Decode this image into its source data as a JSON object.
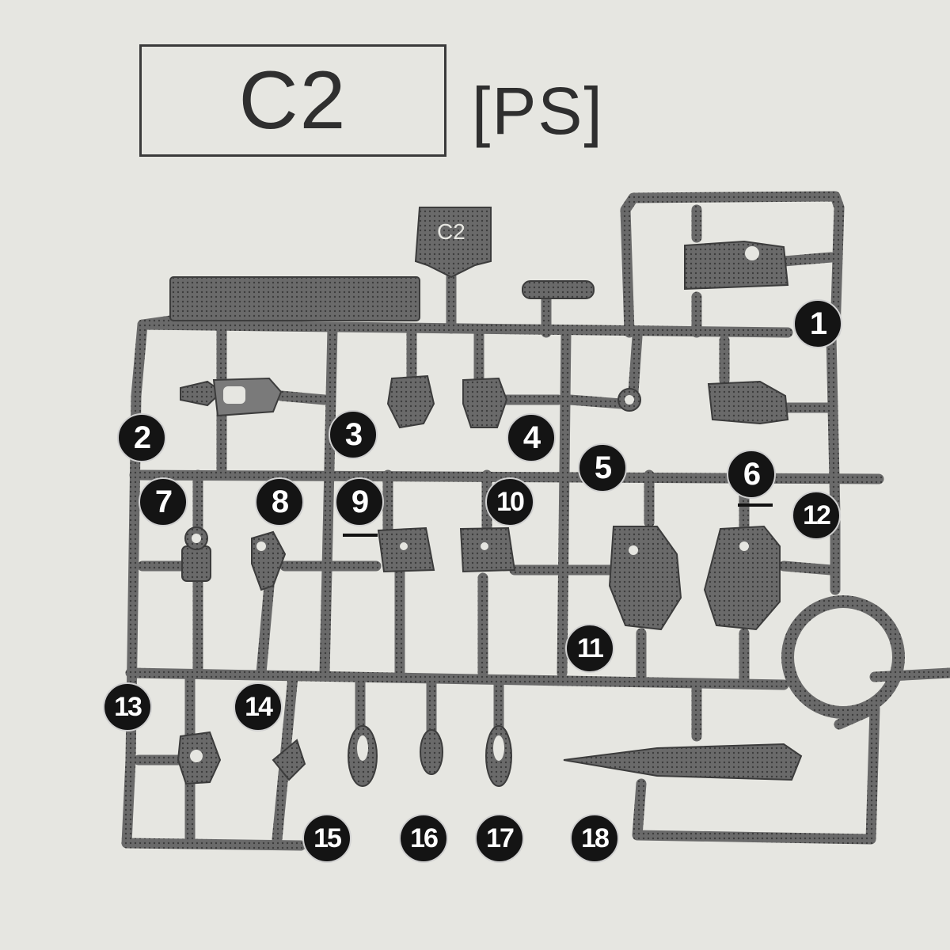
{
  "header": {
    "sprue_code": "C2",
    "material": "[PS]"
  },
  "sprue": {
    "tab_label": "C2"
  },
  "parts": [
    "1",
    "2",
    "3",
    "4",
    "5",
    "6",
    "7",
    "8",
    "9",
    "10",
    "11",
    "12",
    "13",
    "14",
    "15",
    "16",
    "17",
    "18"
  ],
  "underlined_parts": [
    "6",
    "9"
  ],
  "colors": {
    "paper": "#e6e6e1",
    "sprue": "#5a5a5a",
    "callout": "#141414"
  }
}
